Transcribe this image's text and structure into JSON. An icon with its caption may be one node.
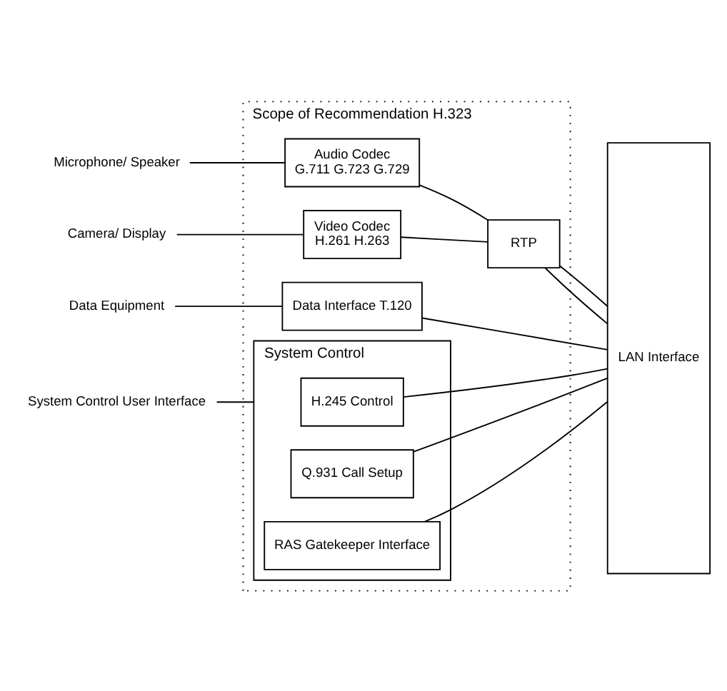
{
  "diagram": {
    "nodes": [
      {
        "text": [
          "Scope of Recommendation H.323"
        ]
      },
      {
        "text": [
          "Audio Codec",
          "G.711 G.723 G.729"
        ],
        "in": 0
      },
      {
        "text": [
          "Video Codec",
          "H.261 H.263"
        ],
        "in": 0
      },
      {
        "text": [
          "RTP"
        ],
        "in": 0
      },
      {
        "text": [
          "Data Interface T.120"
        ],
        "in": 0
      },
      {
        "text": [
          "System Control"
        ],
        "in": 0
      },
      {
        "text": [
          "H.245 Control"
        ],
        "in": 5
      },
      {
        "text": [
          "Q.931 Call Setup"
        ],
        "in": 5
      },
      {
        "text": [
          "RAS Gatekeeper Interface"
        ],
        "in": 5
      },
      {
        "text": [
          "LAN Interface"
        ]
      },
      {
        "text": [
          "Microphone/ Speaker"
        ]
      },
      {
        "text": [
          "Camera/ Display"
        ]
      },
      {
        "text": [
          "Data Equipment"
        ]
      },
      {
        "text": [
          "System Control User Interface"
        ]
      }
    ],
    "edges": [
      {
        "from": 10,
        "to": 1,
        "arrow": "none"
      },
      {
        "from": 11,
        "to": 2,
        "arrow": "none"
      },
      {
        "from": 12,
        "to": 4,
        "arrow": "none"
      },
      {
        "from": 13,
        "to": 5,
        "arrow": "none"
      },
      {
        "from": 1,
        "to": 3,
        "arrow": "none"
      },
      {
        "from": 2,
        "to": 3,
        "arrow": "none"
      },
      {
        "from": 3,
        "to": 9,
        "arrow": "none"
      },
      {
        "from": 3,
        "to": 9,
        "arrow": "none"
      },
      {
        "from": 4,
        "to": 9,
        "arrow": "none"
      },
      {
        "from": 6,
        "to": 9,
        "arrow": "none"
      },
      {
        "from": 7,
        "to": 9,
        "arrow": "none"
      },
      {
        "from": 8,
        "to": 9,
        "arrow": "none"
      }
    ]
  }
}
